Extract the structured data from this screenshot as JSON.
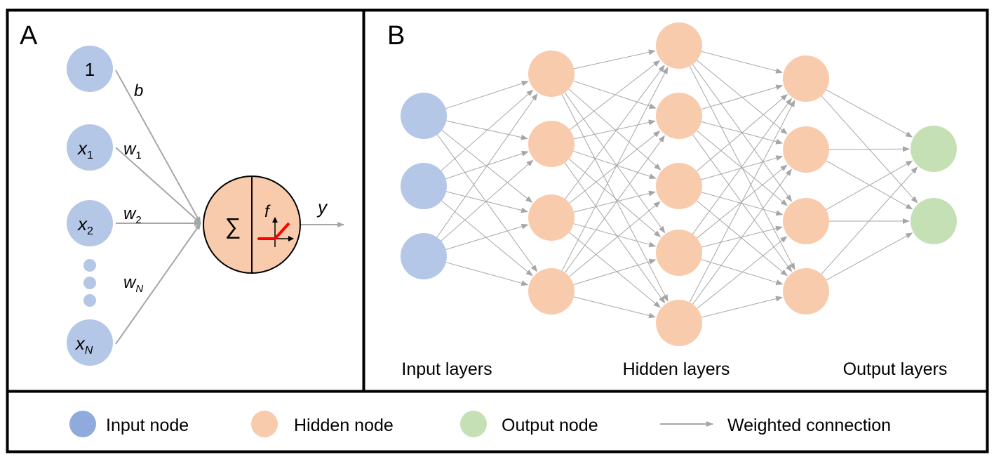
{
  "panel_a": {
    "letter": "A",
    "inputs": {
      "bias": "1",
      "x1_base": "x",
      "x1_sub": "1",
      "x2_base": "x",
      "x2_sub": "2",
      "xn_base": "x",
      "xn_sub": "N"
    },
    "weights": {
      "b": "b",
      "w1_base": "w",
      "w1_sub": "1",
      "w2_base": "w",
      "w2_sub": "2",
      "wn_base": "w",
      "wn_sub": "N"
    },
    "neuron": {
      "sum_symbol": "∑",
      "activation": "f"
    },
    "output": "y"
  },
  "panel_b": {
    "letter": "B",
    "layer_sizes": [
      3,
      4,
      5,
      4,
      2
    ],
    "labels": {
      "input": "Input layers",
      "hidden": "Hidden layers",
      "output": "Output layers"
    }
  },
  "legend": {
    "input_node": "Input node",
    "hidden_node": "Hidden node",
    "output_node": "Output node",
    "weighted_connection": "Weighted connection"
  },
  "colors": {
    "input_node": "#b4c7e7",
    "input_legend": "#8faadc",
    "hidden_node": "#f8cbad",
    "output_node": "#c5e0b4",
    "connection": "#a6a6a6",
    "activation": "#ff0000",
    "border": "#000000"
  }
}
